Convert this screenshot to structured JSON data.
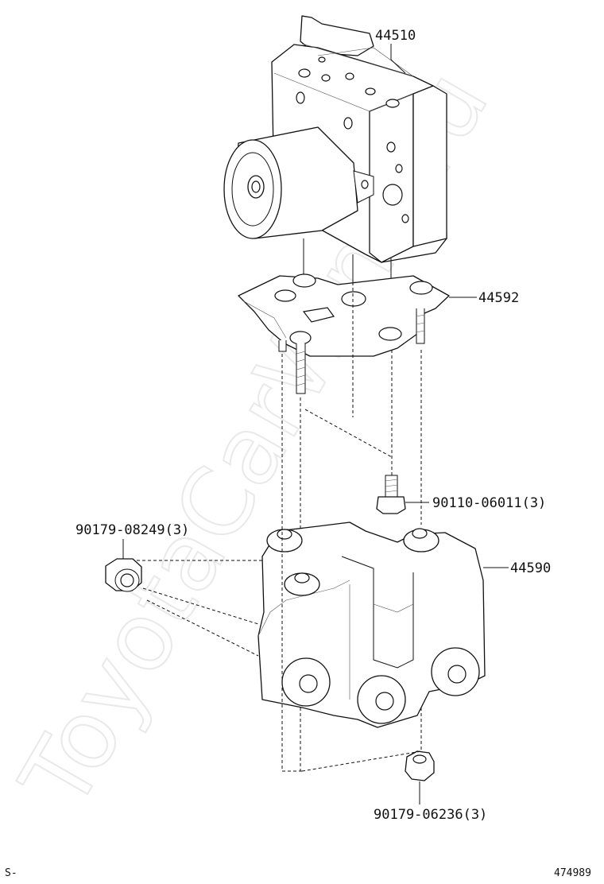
{
  "watermark": "ToyotaCarWine.ru",
  "callouts": [
    {
      "id": "abs-actuator",
      "label": "44510"
    },
    {
      "id": "bracket-plate",
      "label": "44592"
    },
    {
      "id": "bolt",
      "label": "90110-06011(3)"
    },
    {
      "id": "nut-left",
      "label": "90179-08249(3)"
    },
    {
      "id": "bracket-lower",
      "label": "44590"
    },
    {
      "id": "nut-bottom",
      "label": "90179-06236(3)"
    }
  ],
  "corner_left": "S-",
  "corner_right": "474989"
}
